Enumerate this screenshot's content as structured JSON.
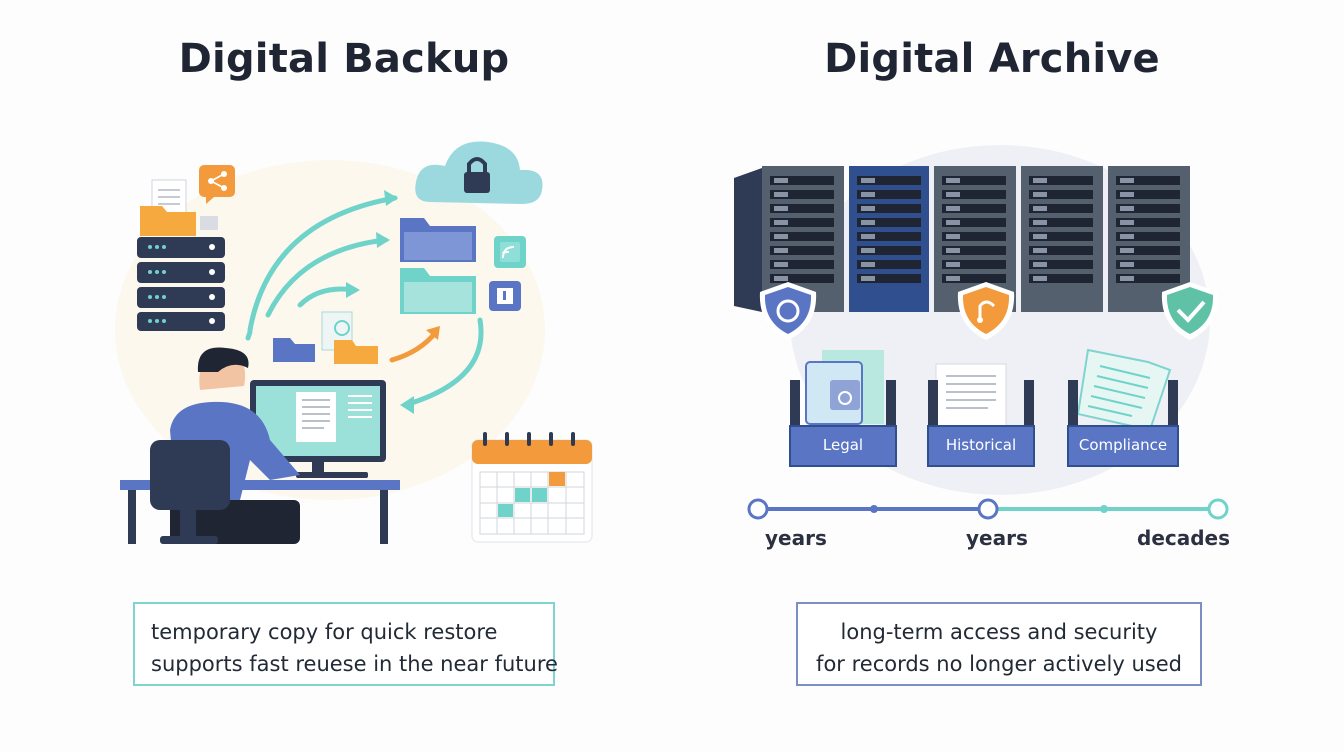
{
  "backup": {
    "title": "Digital Backup",
    "caption_line1": "temporary copy for quick restore",
    "caption_line2": "supports fast reuese in the near future"
  },
  "archive": {
    "title": "Digital Archive",
    "trays": [
      "Legal",
      "Historical",
      "Compliance"
    ],
    "timeline": [
      "years",
      "years",
      "decades"
    ],
    "caption_line1": "long-term access and security",
    "caption_line2": "for records no longer actively used"
  },
  "icons": [
    "server-stack-icon",
    "cloud-lock-icon",
    "folder-icon",
    "share-icon",
    "wifi-icon",
    "calendar-icon",
    "monitor-icon",
    "person-icon",
    "shield-check-icon",
    "document-icon"
  ],
  "colors": {
    "teal": "#6fd3c9",
    "navy": "#2f3a55",
    "blue": "#5a75c4",
    "orange": "#f29a3c"
  }
}
